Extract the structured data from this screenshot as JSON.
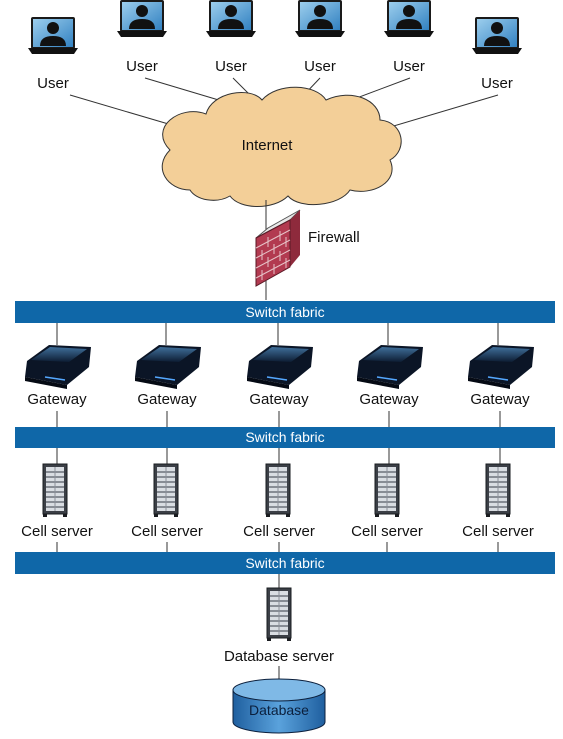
{
  "users": [
    "User",
    "User",
    "User",
    "User",
    "User",
    "User"
  ],
  "internet_label": "Internet",
  "firewall_label": "Firewall",
  "switch_fabrics": [
    "Switch fabric",
    "Switch fabric",
    "Switch fabric"
  ],
  "gateways": [
    "Gateway",
    "Gateway",
    "Gateway",
    "Gateway",
    "Gateway"
  ],
  "cell_servers": [
    "Cell server",
    "Cell server",
    "Cell server",
    "Cell server",
    "Cell server"
  ],
  "database_server_label": "Database server",
  "database_label": "Database",
  "colors": {
    "cloud": "#f3cf98",
    "switch_bar": "#0f67a8",
    "firewall_brick": "#b23a50",
    "database": "#2b6fb0",
    "monitor_screen": "#4f9fd3"
  }
}
